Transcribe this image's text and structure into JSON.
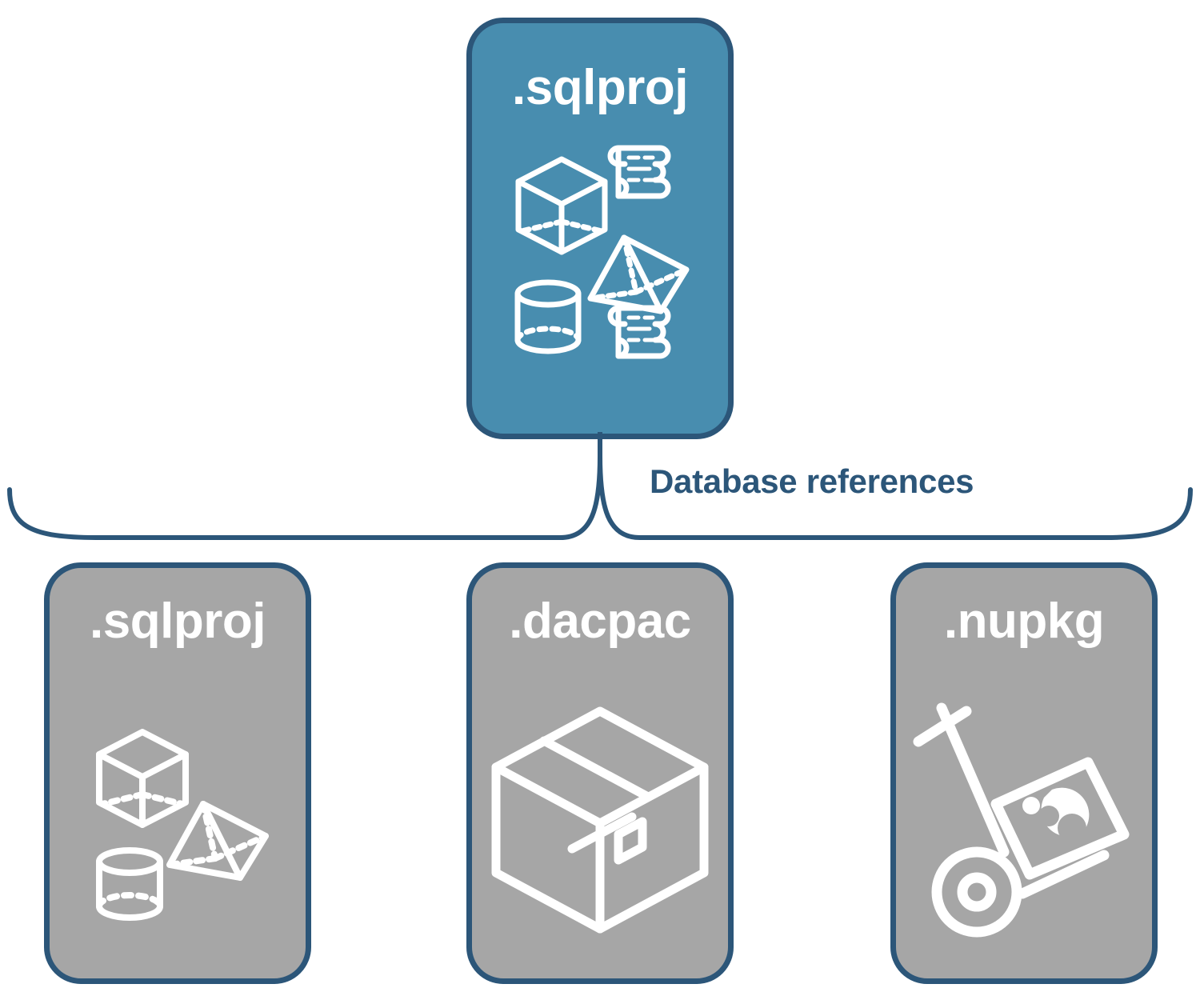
{
  "diagram": {
    "title": "SQL project database references",
    "background_color": "#FFFFFF",
    "accent_color": "#488DAF",
    "border_color": "#2C5679",
    "neutral_color": "#A6A6A6",
    "icon_color": "#FFFFFF"
  },
  "root_node": {
    "label": ".sqlproj",
    "fill": "#488DAF",
    "icon_name": "database-objects-and-scripts-icon",
    "icon_parts": [
      "cube-icon",
      "pyramid-icon",
      "cylinder-icon",
      "scroll-icon",
      "scroll-icon"
    ]
  },
  "connector": {
    "label": "Database references",
    "label_color": "#2C5679",
    "style": "curly-brace"
  },
  "children": [
    {
      "label": ".sqlproj",
      "fill": "#A6A6A6",
      "icon_name": "database-objects-icon",
      "icon_parts": [
        "cube-icon",
        "pyramid-icon",
        "cylinder-icon"
      ]
    },
    {
      "label": ".dacpac",
      "fill": "#A6A6A6",
      "icon_name": "package-box-icon",
      "icon_parts": [
        "box-icon"
      ]
    },
    {
      "label": ".nupkg",
      "fill": "#A6A6A6",
      "icon_name": "hand-truck-package-icon",
      "icon_parts": [
        "hand-truck-icon",
        "nuget-package-icon"
      ]
    }
  ]
}
